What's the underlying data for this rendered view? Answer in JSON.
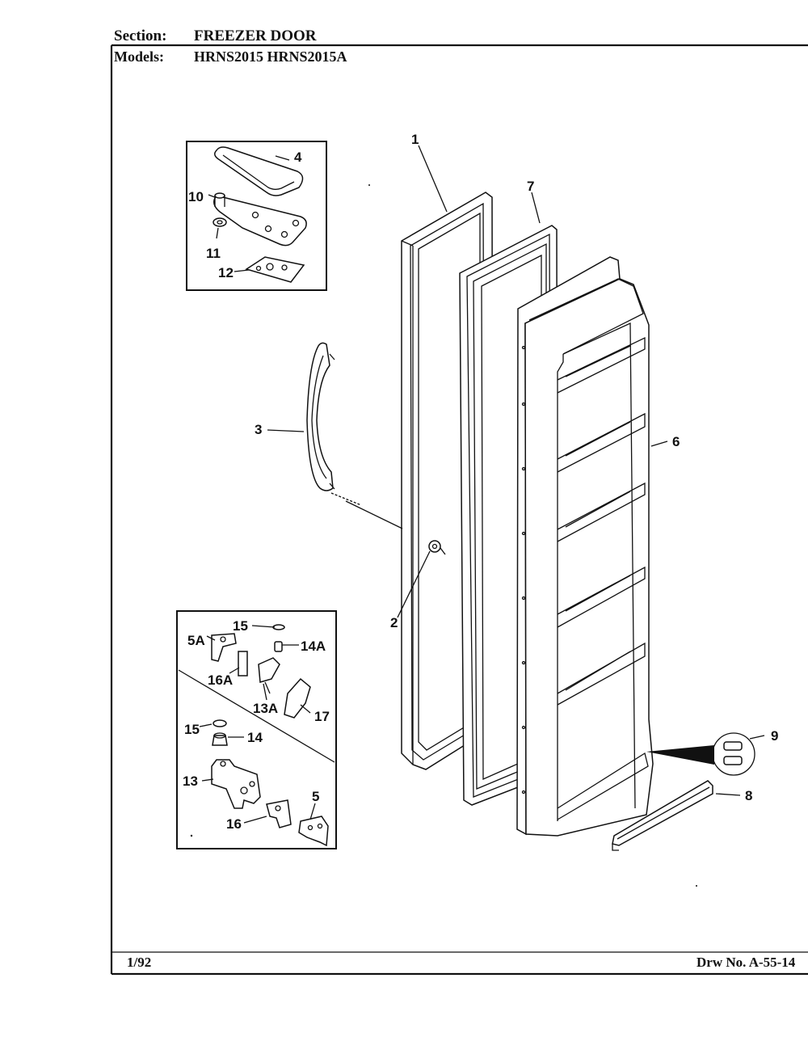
{
  "header": {
    "section_label": "Section:",
    "section_value": "FREEZER DOOR",
    "models_label": "Models:",
    "models_value": "HRNS2015  HRNS2015A"
  },
  "footer": {
    "date": "1/92",
    "drawing_number": "Drw No. A-55-14"
  },
  "callouts": {
    "c1": "1",
    "c2": "2",
    "c3": "3",
    "c4": "4",
    "c5": "5",
    "c5A": "5A",
    "c6": "6",
    "c7": "7",
    "c8": "8",
    "c9": "9",
    "c10": "10",
    "c11": "11",
    "c12": "12",
    "c13": "13",
    "c13A": "13A",
    "c14": "14",
    "c14A": "14A",
    "c15a": "15",
    "c15b": "15",
    "c16": "16",
    "c16A": "16A",
    "c17": "17"
  }
}
